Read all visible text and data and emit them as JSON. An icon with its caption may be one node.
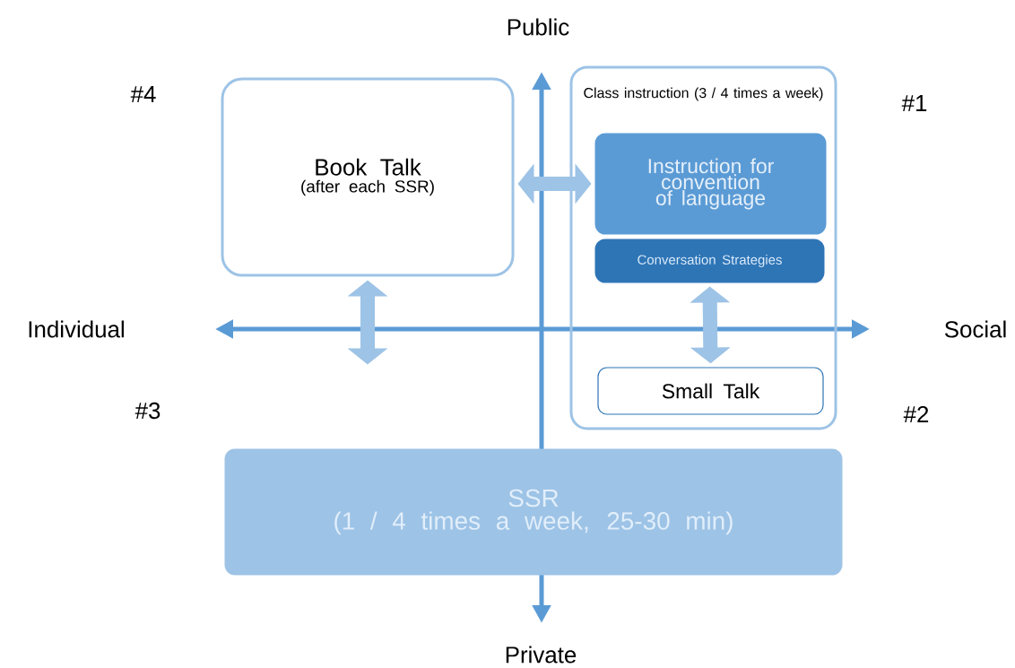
{
  "diagram": {
    "nodes": [
      {
        "text": [
          "Book Talk",
          "(after each SSR)"
        ]
      },
      {
        "text": [
          "Class instruction (3 / 4 times a week)"
        ]
      },
      {
        "text": [
          "Instruction for convention of language"
        ],
        "in": 1
      },
      {
        "text": [
          "Conversation Strategies"
        ],
        "in": 1
      },
      {
        "text": [
          "Small Talk"
        ],
        "in": 1
      },
      {
        "text": [
          "SSR",
          "(1 / 4 times a week, 25-30 min)"
        ]
      }
    ],
    "edges": [
      {
        "from": 0,
        "to": 2,
        "arrow": "both"
      },
      {
        "from": 0,
        "to": null,
        "arrow": "both"
      },
      {
        "from": 3,
        "to": 4,
        "arrow": "both"
      }
    ],
    "labels": [
      "Public",
      "#4",
      "#1",
      "Individual",
      "Social",
      "#3",
      "#2",
      "Private"
    ]
  }
}
